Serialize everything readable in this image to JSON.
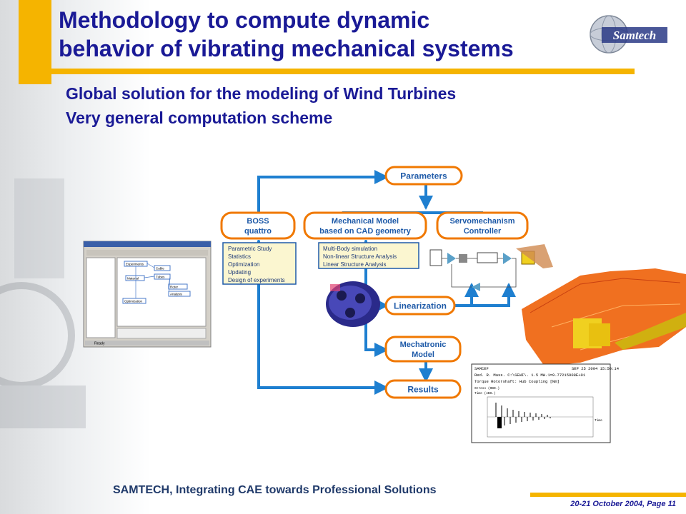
{
  "slide": {
    "title_line1": "Methodology to compute dynamic",
    "title_line2": "behavior of vibrating mechanical systems",
    "subtitle1": "Global solution for the modeling of Wind Turbines",
    "subtitle2": "Very general computation scheme",
    "logo_text": "Samtech",
    "footer_tagline": "SAMTECH, Integrating CAE towards Professional Solutions",
    "footer_date": "20-21 October 2004, Page 11"
  },
  "diagram": {
    "parameters": "Parameters",
    "boss_line1": "BOSS",
    "boss_line2": "quattro",
    "mech_line1": "Mechanical Model",
    "mech_line2": "based on CAD geometry",
    "servo_line1": "Servomechanism",
    "servo_line2": "Controller",
    "linearization": "Linearization",
    "mechatronic_line1": "Mechatronic",
    "mechatronic_line2": "Model",
    "results": "Results",
    "boss_features": [
      "Parametric Study",
      "Statistics",
      "Optimization",
      "Updating",
      "Design of experiments"
    ],
    "mech_features": [
      "Multi-Body simulation",
      "Non-linear Structure Analysis",
      "Linear Structure Analysis"
    ]
  },
  "plot_window": {
    "header_left": "SAMCEF",
    "header_right": "SEP 25 2004 15:50:14",
    "line1": "Red. R. Mass. C:\\SEWI\\. 1.5 MW.1=9.77215908E+01",
    "line2": "Torque Rotorshaft: Hub Coupling [Nm]",
    "line3": "Stress  (OBD.)",
    "line4": "Time  (ABS.)",
    "time_label": "Time"
  },
  "boss_window": {
    "status": "Ready",
    "nodes": [
      "Experiments",
      "Material",
      "Cable",
      "Tubes",
      "Rotor",
      "Analysis",
      "Optimization"
    ]
  },
  "colors": {
    "accent": "#f5b400",
    "title": "#1a1a96",
    "flow": "#1e7fd0",
    "box_border": "#f07800"
  }
}
